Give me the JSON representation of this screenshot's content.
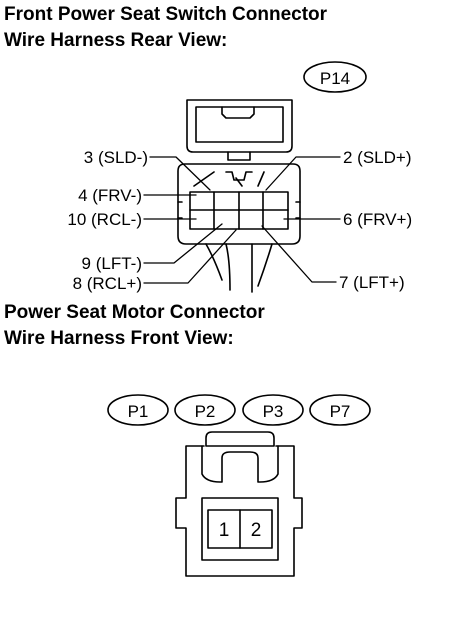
{
  "switch_connector": {
    "title_line1": "Front Power Seat Switch Connector",
    "title_line2": "Wire Harness Rear View:",
    "connector_id": "P14",
    "pins": {
      "pin3": "3 (SLD-)",
      "pin2": "2 (SLD+)",
      "pin4": "4 (FRV-)",
      "pin10": "10 (RCL-)",
      "pin6": "6 (FRV+)",
      "pin9": "9 (LFT-)",
      "pin8": "8 (RCL+)",
      "pin7": "7 (LFT+)"
    }
  },
  "motor_connector": {
    "title_line1": "Power Seat Motor Connector",
    "title_line2": "Wire Harness Front View:",
    "connector_ids": [
      "P1",
      "P2",
      "P3",
      "P7"
    ],
    "pin_numbers": [
      "1",
      "2"
    ]
  }
}
